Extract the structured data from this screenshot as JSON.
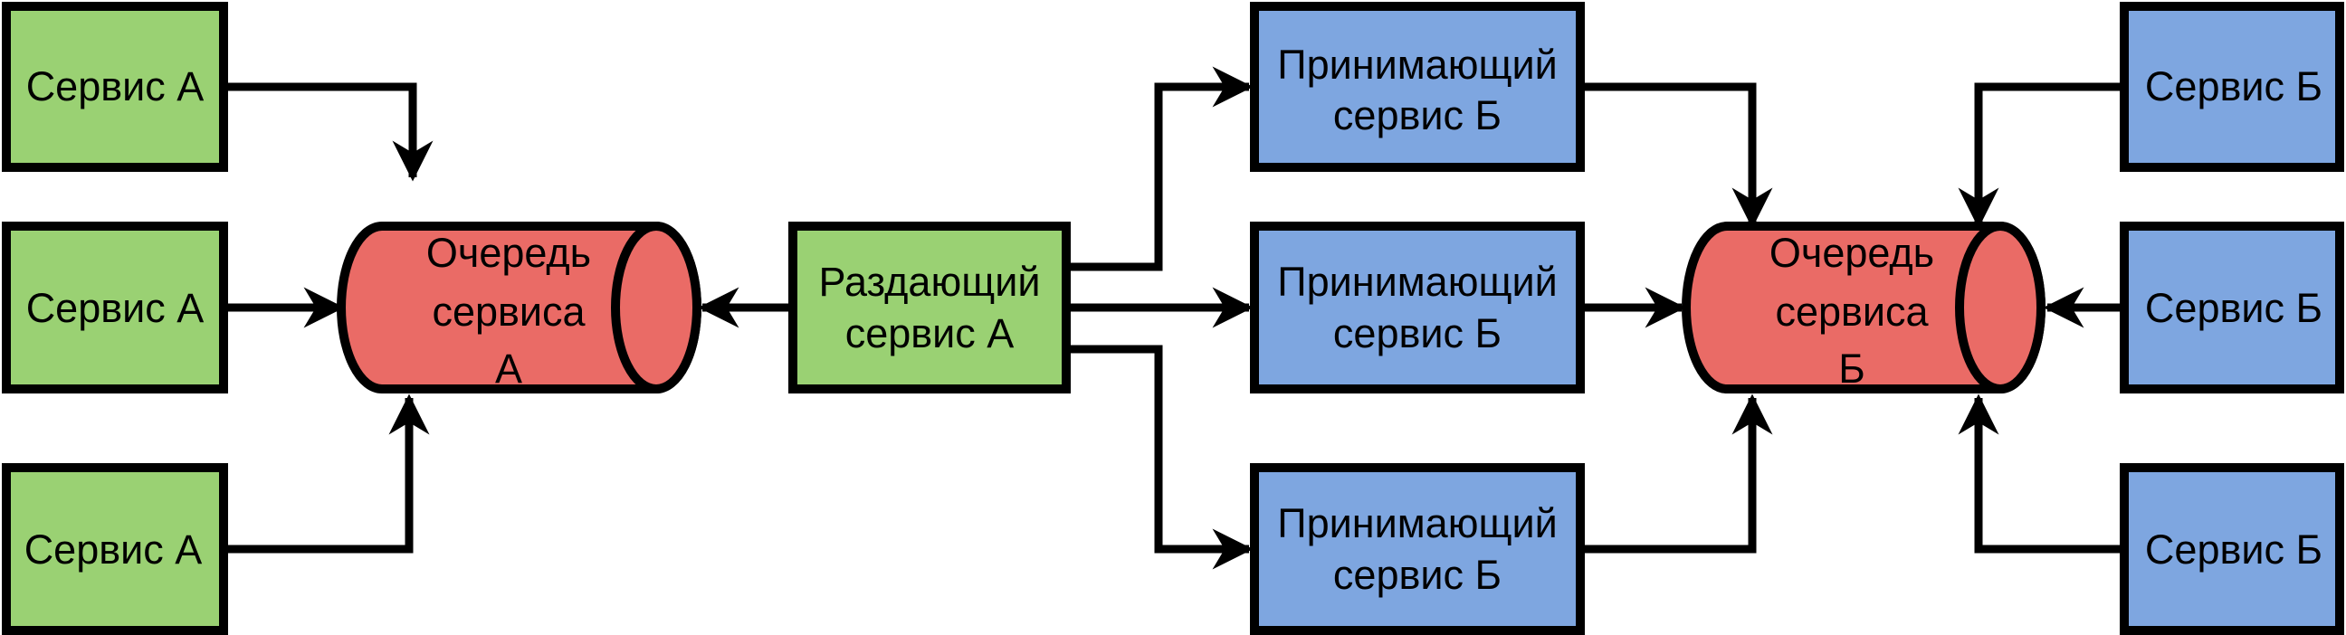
{
  "colors": {
    "green": "#9ad173",
    "blue": "#7ea6e0",
    "red": "#ea6b66",
    "stroke": "#000000"
  },
  "left_group": {
    "services": [
      {
        "label": "Сервис А"
      },
      {
        "label": "Сервис А"
      },
      {
        "label": "Сервис А"
      }
    ],
    "queue": {
      "line1": "Очередь",
      "line2": "сервиса",
      "line3": "А"
    },
    "distributor": {
      "line1": "Раздающий",
      "line2": "сервис А"
    }
  },
  "receivers": [
    {
      "line1": "Принимающий",
      "line2": "сервис Б"
    },
    {
      "line1": "Принимающий",
      "line2": "сервис Б"
    },
    {
      "line1": "Принимающий",
      "line2": "сервис Б"
    }
  ],
  "right_group": {
    "queue": {
      "line1": "Очередь",
      "line2": "сервиса",
      "line3": "Б"
    },
    "services": [
      {
        "label": "Сервис Б"
      },
      {
        "label": "Сервис Б"
      },
      {
        "label": "Сервис Б"
      }
    ]
  }
}
